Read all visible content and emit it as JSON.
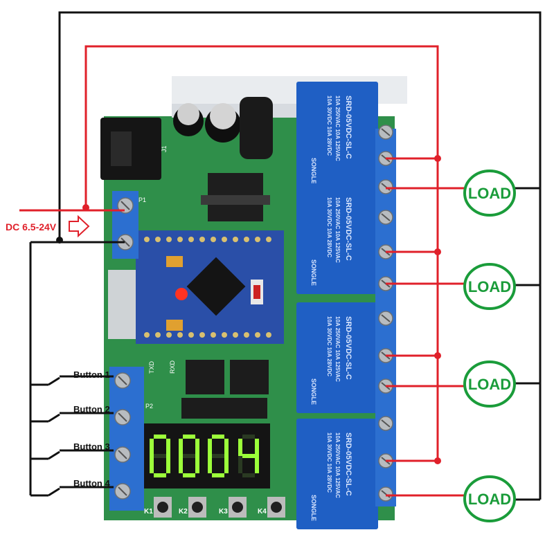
{
  "power": {
    "label": "DC 6.5-24V"
  },
  "buttons": [
    {
      "label": "Button 1"
    },
    {
      "label": "Button 2"
    },
    {
      "label": "Button 3"
    },
    {
      "label": "Button 4"
    }
  ],
  "loads": [
    {
      "label": "LOAD"
    },
    {
      "label": "LOAD"
    },
    {
      "label": "LOAD"
    },
    {
      "label": "LOAD"
    }
  ],
  "display": {
    "digits": [
      "0",
      "0",
      "0",
      "4"
    ],
    "color": "#9cff3a"
  },
  "keys": [
    "K1",
    "K2",
    "K3",
    "K4"
  ],
  "relay": {
    "model": "SRD-05VDC-SL-C",
    "ratings": [
      "10A 250VAC  10A 125VAC",
      "10A 30VDC  10A 28VDC"
    ],
    "brand": "SONGLE"
  },
  "board_labels": {
    "p1": "P1",
    "p2": "P2",
    "rxd": "RXD",
    "txd": "TXD",
    "j1": "J1"
  },
  "colors": {
    "wire_positive": "#e0202a",
    "wire_negative": "#111111",
    "load_ring": "#1a9c3a",
    "relay_blue": "#1f5fc4",
    "pcb_green": "#2f8f4a"
  }
}
